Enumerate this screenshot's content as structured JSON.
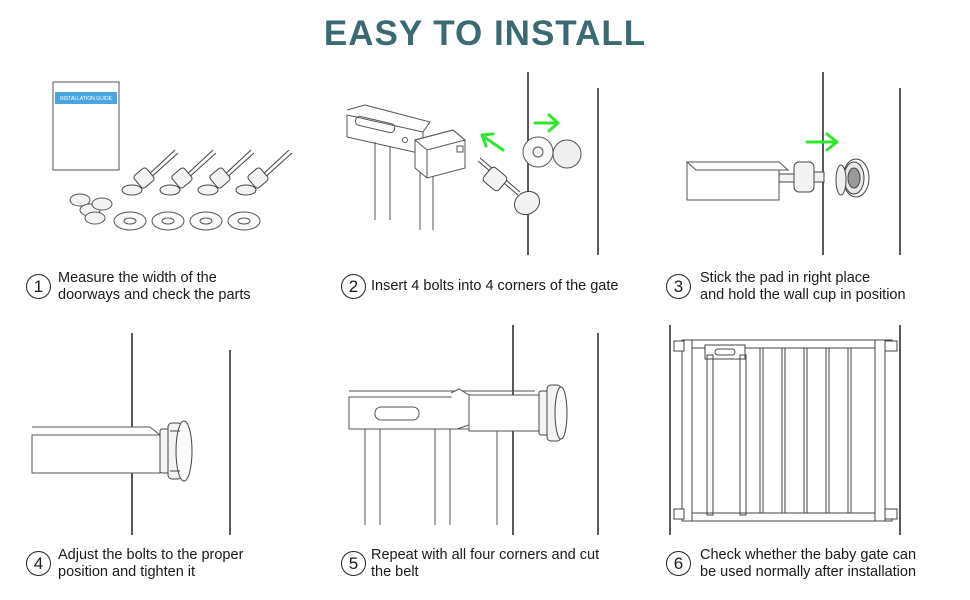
{
  "title": "EASY TO INSTALL",
  "guide_label": "INSTALLATION GUIDE",
  "colors": {
    "title": "#3b6b72",
    "arrow": "#2ee82e",
    "guide_header": "#4aa6e0"
  },
  "steps": [
    {
      "number": "1",
      "text": "Measure the width of the\ndoorways and check the parts"
    },
    {
      "number": "2",
      "text": "Insert 4 bolts into 4 corners of the gate"
    },
    {
      "number": "3",
      "text": "Stick the pad in right place\nand hold the wall cup in position"
    },
    {
      "number": "4",
      "text": "Adjust the bolts to the proper\nposition and tighten it"
    },
    {
      "number": "5",
      "text": "Repeat with all four corners and cut\nthe belt"
    },
    {
      "number": "6",
      "text": "Check whether the baby gate can\nbe used normally after installation"
    }
  ]
}
